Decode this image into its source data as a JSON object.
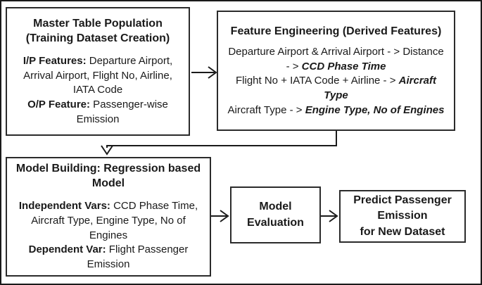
{
  "colors": {
    "ink": "#1a1a1a",
    "paper": "#ffffff",
    "border": "#2b2b2b"
  },
  "boxes": [
    {
      "id": "master-table-population",
      "title_lines": [
        "Master Table Population",
        "(Training Dataset Creation)"
      ],
      "fields": [
        {
          "label": "I/P Features:",
          "text": " Departure Airport, Arrival Airport, Flight No, Airline, IATA Code"
        },
        {
          "label": "O/P Feature:",
          "text": " Passenger-wise Emission"
        }
      ]
    },
    {
      "id": "feature-engineering",
      "title_lines": [
        "Feature Engineering (Derived Features)"
      ],
      "rules": [
        {
          "inputs": "Departure Airport & Arrival Airport  - > Distance  - > ",
          "derived": "CCD Phase Time"
        },
        {
          "inputs": "Flight No + IATA Code + Airline  - > ",
          "derived": "Aircraft Type"
        },
        {
          "inputs": "Aircraft Type  - > ",
          "derived": "Engine Type, No of Engines"
        }
      ]
    },
    {
      "id": "model-building",
      "title_lines": [
        "Model Building: Regression based",
        "Model"
      ],
      "fields": [
        {
          "label": "Independent Vars:",
          "text": " CCD Phase Time, Aircraft Type, Engine Type, No of Engines"
        },
        {
          "label": "Dependent Var:",
          "text": " Flight Passenger Emission"
        }
      ]
    },
    {
      "id": "model-evaluation",
      "lines": [
        "Model",
        "Evaluation"
      ]
    },
    {
      "id": "predict-passenger-emission",
      "lines": [
        "Predict Passenger",
        "Emission",
        "for New Dataset"
      ]
    }
  ]
}
